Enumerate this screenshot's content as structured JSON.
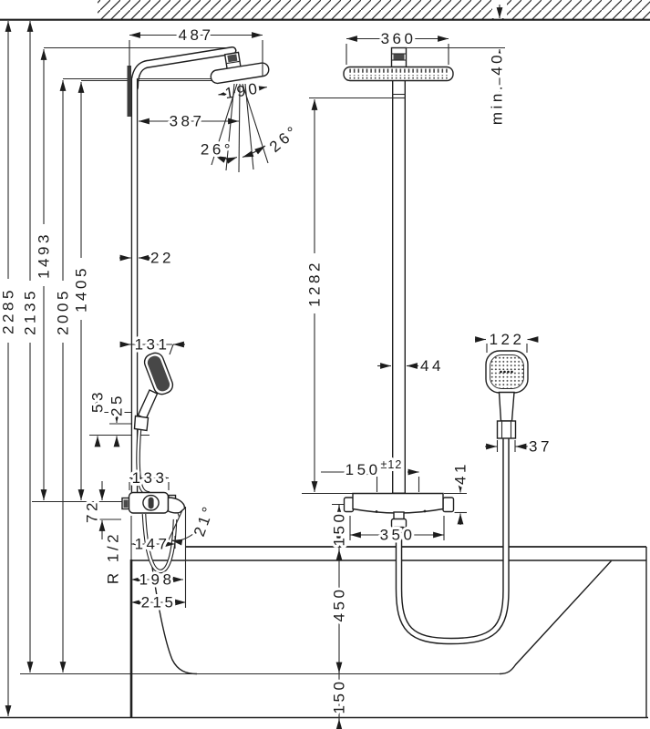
{
  "dims": {
    "overall_height": "2285",
    "tub_floor_to_ceiling": "2135",
    "tub_floor_to_overhead": "2005",
    "mixer_to_arm_top": "1493",
    "mixer_to_handshower_holder": "1405",
    "arm_reach": "487",
    "left_head_width": "190",
    "head_offset": "387",
    "spray_angle_left": "26°",
    "spray_angle_right": "26°",
    "overhead_width": "360",
    "ceiling_clearance": "min. 40",
    "left_pipe_dia": "22",
    "handshower_left_length": "131",
    "holder_dim_a": "53",
    "holder_dim_b": "25",
    "right_riser_length": "1282",
    "right_pipe_dia": "44",
    "handshower_width": "122",
    "handshower_grip_dia": "37",
    "mixer_width": "133",
    "mixer_height": "72",
    "connection_thread": "R 1/2",
    "spout_reach_inner": "147",
    "spout_angle": "21°",
    "spout_reach_mid": "198",
    "spout_reach_outer": "215",
    "supply_spacing_value": "150",
    "supply_spacing_tol": "±12",
    "thermostat_height": "41",
    "thermostat_rim_offset": "150",
    "thermostat_width": "350",
    "tub_depth": "450",
    "tub_plinth": "150"
  }
}
